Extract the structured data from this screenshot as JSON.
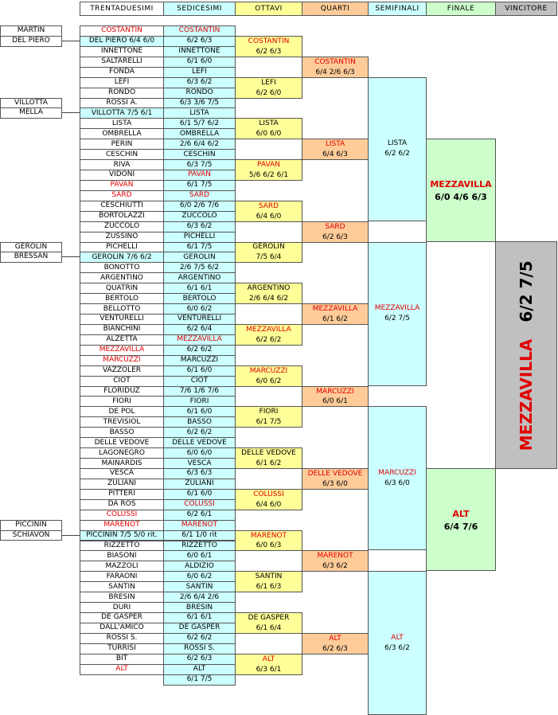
{
  "headers": [
    "TRENTADUESIMI",
    "SEDICESIMI",
    "OTTAVI",
    "QUARTI",
    "SEMIFINALI",
    "FINALE",
    "VINCITORE"
  ],
  "prelim": [
    {
      "top": "MARTIN",
      "bottom": "DEL PIERO"
    },
    {
      "top": "VILLOTTA",
      "bottom": "MELLA"
    },
    {
      "top": "GEROLIN",
      "bottom": "BRESSAN"
    },
    {
      "top": "PICCININ",
      "bottom": "SCHIAVON"
    }
  ],
  "col32": [
    "COSTANTIN",
    "DEL PIERO 6/4 6/0",
    "INNETTONE",
    "SALTARELLI",
    "FONDA",
    "LEFI",
    "RONDO",
    "ROSSI A.",
    "VILLOTTA 7/5 6/1",
    "LISTA",
    "OMBRELLA",
    "PERIN",
    "CESCHIN",
    "RIVA",
    "VIDONI",
    "PAVAN",
    "SARD",
    "CESCHIUTTI",
    "BORTOLAZZI",
    "ZUCCOLO",
    "ZUSSINO",
    "PICHELLI",
    "GEROLIN 7/6 6/2",
    "BONOTTO",
    "ARGENTINO",
    "QUATRIN",
    "BERTOLO",
    "BELLOTTO",
    "VENTURELLI",
    "BIANCHINI",
    "ALZETTA",
    "MEZZAVILLA",
    "MARCUZZI",
    "VAZZOLER",
    "CIOT",
    "FLORIDUZ",
    "FIORI",
    "DE POL",
    "TREVISIOL",
    "BASSO",
    "DELLE VEDOVE",
    "LAGONEGRO",
    "MAINARDIS",
    "VESCA",
    "ZULIANI",
    "PITTERI",
    "DA ROS",
    "COLUSSI",
    "MARENOT",
    "PICCININ 7/5 5/0 rit.",
    "RIZZETTO",
    "BIASONI",
    "MAZZOLI",
    "FARAONI",
    "SANTIN",
    "BRESIN",
    "DURI",
    "DE GASPER",
    "DALL'AMICO",
    "ROSSI S.",
    "TURRISI",
    "BIT",
    "ALT"
  ],
  "col16": [
    "COSTANTIN",
    "6/2 6/3",
    "INNETTONE",
    "6/1 6/0",
    "LEFI",
    "6/3 6/2",
    "RONDO",
    "6/3 3/6 7/5",
    "LISTA",
    "6/1 5/7 6/2",
    "OMBRELLA",
    "2/6 6/4 6/2",
    "CESCHIN",
    "6/3 7/5",
    "PAVAN",
    "6/1 7/5",
    "SARD",
    "6/0 2/6 7/6",
    "ZUCCOLO",
    "6/3 6/2",
    "PICHELLI",
    "6/1 7/5",
    "GEROLIN",
    "2/6 7/5 6/2",
    "ARGENTINO",
    "6/1 6/1",
    "BERTOLO",
    "6/0 6/2",
    "VENTURELLI",
    "6/2 6/4",
    "MEZZAVILLA",
    "6/2 6/2",
    "MARCUZZI",
    "6/1 6/0",
    "CIOT",
    "7/6 1/6 7/6",
    "FIORI",
    "6/1 6/0",
    "BASSO",
    "6/2 6/2",
    "DELLE VEDOVE",
    "6/0 6/0",
    "VESCA",
    "6/3 6/3",
    "ZULIANI",
    "6/1 6/0",
    "COLUSSI",
    "6/2 6/1",
    "MARENOT",
    "6/1 1/0 rit",
    "RIZZETTO",
    "6/0 6/1",
    "ALDIZIO",
    "6/0 6/2",
    "SANTIN",
    "2/6 6/4 2/6",
    "BRESIN",
    "6/1 6/1",
    "DE GASPER",
    "6/2 6/2",
    "ROSSI S.",
    "6/2 6/3",
    "ALT",
    "6/1 7/5"
  ],
  "col8": [
    {
      "name": "COSTANTIN",
      "score": "6/2 6/3"
    },
    {
      "name": "LEFI",
      "score": "6/2 6/0"
    },
    {
      "name": "LISTA",
      "score": "6/0 6/0"
    },
    {
      "name": "PAVAN",
      "score": "5/6 6/2 6/1"
    },
    {
      "name": "SARD",
      "score": "6/4 6/0"
    },
    {
      "name": "GEROLIN",
      "score": "7/5 6/4"
    },
    {
      "name": "ARGENTINO",
      "score": "2/6 6/4 6/2"
    },
    {
      "name": "MEZZAVILLA",
      "score": "6/2 6/2"
    },
    {
      "name": "MARCUZZI",
      "score": "6/0 6/2"
    },
    {
      "name": "FIORI",
      "score": "6/1 7/5"
    },
    {
      "name": "DELLE VEDOVE",
      "score": "6/1 6/2"
    },
    {
      "name": "COLUSSI",
      "score": "6/4 6/0"
    },
    {
      "name": "MARENOT",
      "score": "6/0 6/3"
    },
    {
      "name": "SANTIN",
      "score": "6/1 6/3"
    },
    {
      "name": "DE GASPER",
      "score": "6/1 6/4"
    },
    {
      "name": "ALT",
      "score": "6/3 6/1"
    }
  ],
  "col4": [
    {
      "name": "COSTANTIN",
      "score": "6/4 2/6 6/3"
    },
    {
      "name": "LISTA",
      "score": "6/4 6/3"
    },
    {
      "name": "SARD",
      "score": "6/2 6/3"
    },
    {
      "name": "MEZZAVILLA",
      "score": "6/1 6/2"
    },
    {
      "name": "MARCUZZI",
      "score": "6/0 6/1"
    },
    {
      "name": "DELLE VEDOVE",
      "score": "6/3 6/0"
    },
    {
      "name": "MARENOT",
      "score": "6/3 6/2"
    },
    {
      "name": "ALT",
      "score": "6/2 6/3"
    }
  ],
  "col2": [
    {
      "name": "LISTA",
      "score": "6/2 6/2"
    },
    {
      "name": "MEZZAVILLA",
      "score": "6/2 7/5"
    },
    {
      "name": "MARCUZZI",
      "score": "6/3 6/0"
    },
    {
      "name": "ALT",
      "score": "6/3 6/2"
    }
  ],
  "final": [
    {
      "name": "MEZZAVILLA",
      "score": "6/0 4/6 6/3"
    },
    {
      "name": "ALT",
      "score": "6/4 7/6"
    }
  ],
  "winner": {
    "name": "MEZZAVILLA",
    "score": "6/2 7/5"
  }
}
